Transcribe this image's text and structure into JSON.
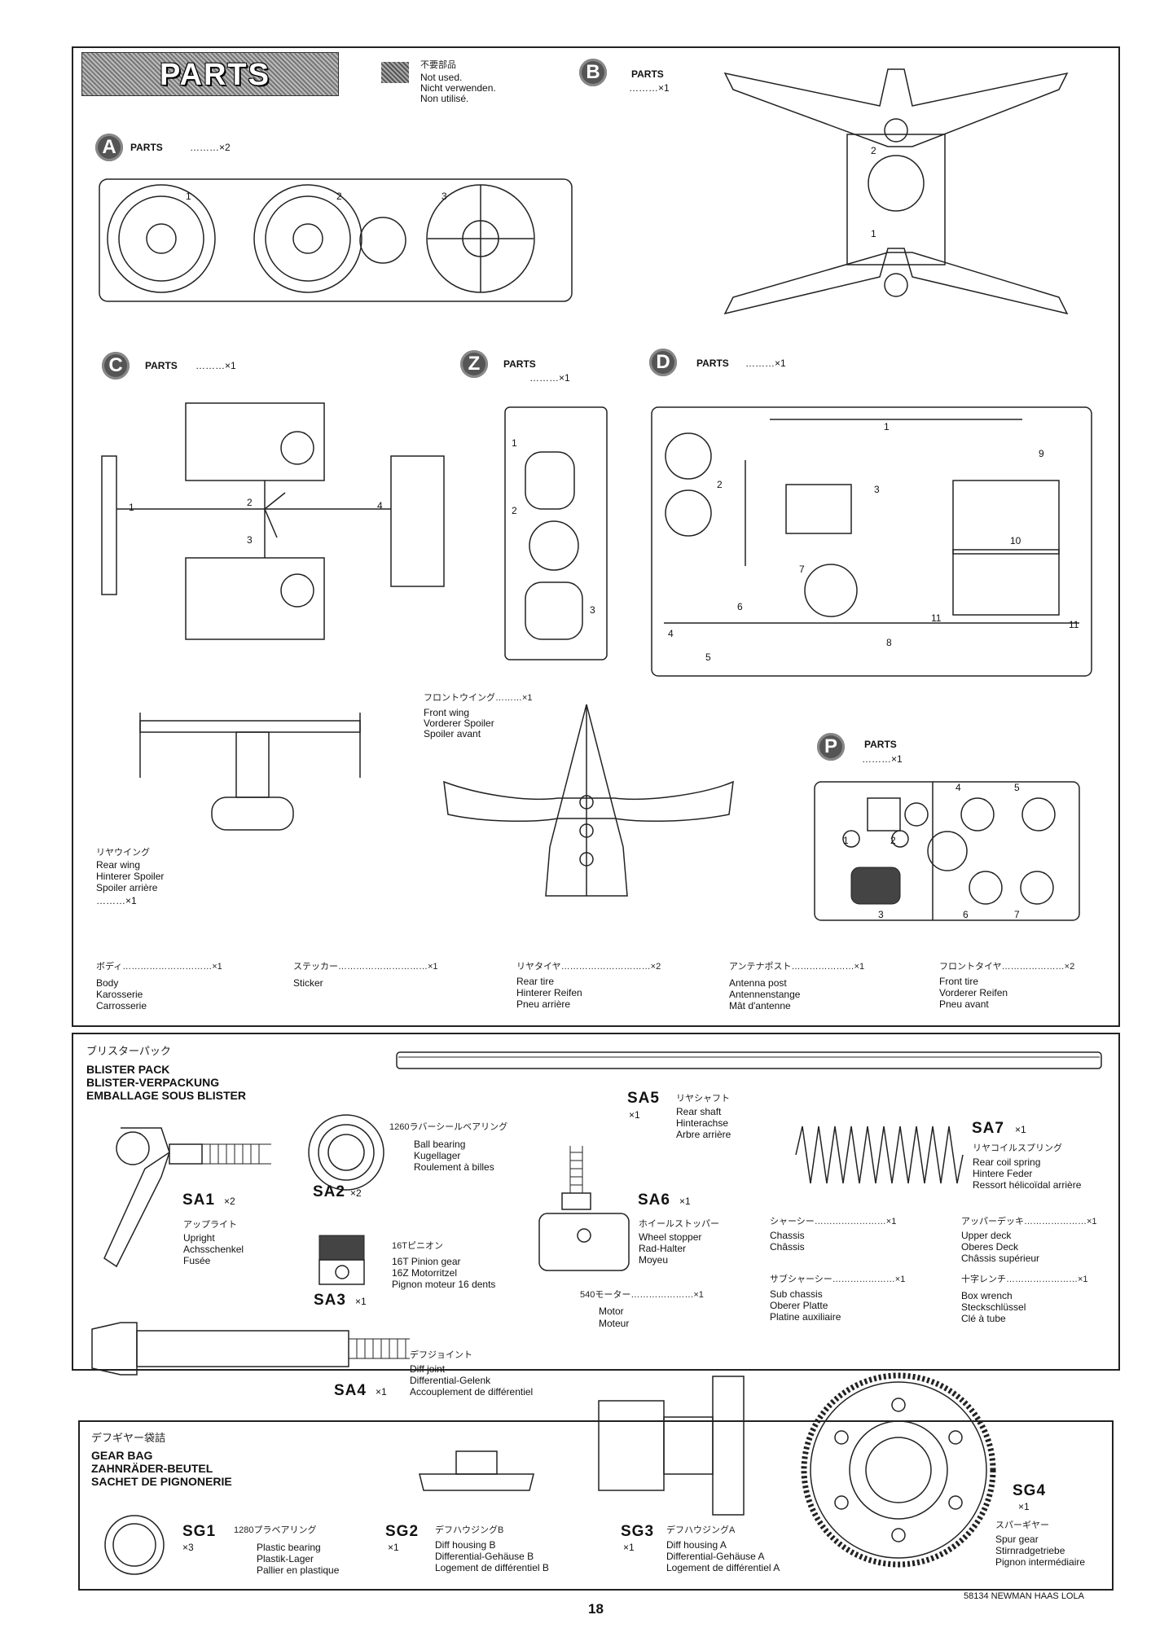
{
  "header": {
    "parts_title": "PARTS",
    "not_used_jp": "不要部品",
    "not_used": [
      "Not used.",
      "Nicht verwenden.",
      "Non utilisé."
    ]
  },
  "trees": {
    "A": {
      "letter": "A",
      "label": "PARTS",
      "qty": "………×2",
      "nums": [
        "1",
        "2",
        "3"
      ]
    },
    "B": {
      "letter": "B",
      "label": "PARTS",
      "qty": "………×1",
      "nums": [
        "2",
        "1"
      ]
    },
    "C": {
      "letter": "C",
      "label": "PARTS",
      "qty": "………×1",
      "nums": [
        "1",
        "2",
        "3",
        "4"
      ]
    },
    "Z": {
      "letter": "Z",
      "label": "PARTS",
      "qty": "………×1",
      "nums": [
        "1",
        "2",
        "3"
      ]
    },
    "D": {
      "letter": "D",
      "label": "PARTS",
      "qty": "………×1",
      "nums": [
        "1",
        "2",
        "3",
        "4",
        "5",
        "6",
        "7",
        "8",
        "9",
        "10",
        "11",
        "11"
      ]
    },
    "P": {
      "letter": "P",
      "label": "PARTS",
      "qty": "………×1",
      "nums": [
        "1",
        "2",
        "3",
        "4",
        "5",
        "6",
        "7"
      ]
    }
  },
  "wings": {
    "front": {
      "jp": "フロントウイング………×1",
      "lines": [
        "Front wing",
        "Vorderer Spoiler",
        "Spoiler avant"
      ]
    },
    "rear": {
      "jp": "リヤウイング",
      "lines": [
        "Rear wing",
        "Hinterer Spoiler",
        "Spoiler arrière"
      ],
      "qty": "………×1"
    }
  },
  "misc_parts": [
    {
      "jp": "ボディ…………………………×1",
      "lines": [
        "Body",
        "Karosserie",
        "Carrosserie"
      ]
    },
    {
      "jp": "ステッカー…………………………×1",
      "lines": [
        "Sticker"
      ]
    },
    {
      "jp": "リヤタイヤ…………………………×2",
      "lines": [
        "Rear tire",
        "Hinterer Reifen",
        "Pneu arrière"
      ]
    },
    {
      "jp": "アンテナポスト…………………×1",
      "lines": [
        "Antenna post",
        "Antennenstange",
        "Mât d'antenne"
      ]
    },
    {
      "jp": "フロントタイヤ…………………×2",
      "lines": [
        "Front tire",
        "Vorderer Reifen",
        "Pneu avant"
      ]
    }
  ],
  "blister": {
    "jp": "ブリスターパック",
    "title": [
      "BLISTER PACK",
      "BLISTER-VERPACKUNG",
      "EMBALLAGE SOUS BLISTER"
    ],
    "SA1": {
      "code": "SA1",
      "qty": "×2",
      "jp": "アップライト",
      "lines": [
        "Upright",
        "Achsschenkel",
        "Fusée"
      ]
    },
    "SA2": {
      "code": "SA2",
      "qty": "×2",
      "jp": "1260ラバーシールベアリング",
      "lines": [
        "Ball bearing",
        "Kugellager",
        "Roulement à billes"
      ]
    },
    "SA3": {
      "code": "SA3",
      "qty": "×1",
      "jp": "16Tピニオン",
      "lines": [
        "16T Pinion gear",
        "16Z Motorritzel",
        "Pignon moteur 16 dents"
      ]
    },
    "SA4": {
      "code": "SA4",
      "qty": "×1",
      "jp": "デフジョイント",
      "lines": [
        "Diff joint",
        "Differential-Gelenk",
        "Accouplement de différentiel"
      ]
    },
    "SA5": {
      "code": "SA5",
      "qty": "×1",
      "jp": "リヤシャフト",
      "lines": [
        "Rear shaft",
        "Hinterachse",
        "Arbre arrière"
      ]
    },
    "SA6": {
      "code": "SA6",
      "qty": "×1",
      "jp": "ホイールストッパー",
      "lines": [
        "Wheel stopper",
        "Rad-Halter",
        "Moyeu"
      ]
    },
    "SA7": {
      "code": "SA7",
      "qty": "×1",
      "jp": "リヤコイルスプリング",
      "lines": [
        "Rear coil spring",
        "Hintere Feder",
        "Ressort hélicoïdal arrière"
      ]
    },
    "motor": {
      "jp": "540モーター…………………×1",
      "lines": [
        "Motor",
        "Moteur"
      ]
    },
    "chassis": {
      "jp": "シャーシー……………………×1",
      "lines": [
        "Chassis",
        "Châssis"
      ]
    },
    "upper_deck": {
      "jp": "アッパーデッキ…………………×1",
      "lines": [
        "Upper deck",
        "Oberes Deck",
        "Châssis supérieur"
      ]
    },
    "sub_chassis": {
      "jp": "サブシャーシー…………………×1",
      "lines": [
        "Sub chassis",
        "Oberer Platte",
        "Platine auxiliaire"
      ]
    },
    "box_wrench": {
      "jp": "十字レンチ……………………×1",
      "lines": [
        "Box wrench",
        "Steckschlüssel",
        "Clé à tube"
      ]
    }
  },
  "gear_bag": {
    "jp": "デフギヤー袋詰",
    "title": [
      "GEAR BAG",
      "ZAHNRÄDER-BEUTEL",
      "SACHET DE PIGNONERIE"
    ],
    "SG1": {
      "code": "SG1",
      "qty": "×3",
      "jp": "1280プラベアリング",
      "lines": [
        "Plastic bearing",
        "Plastik-Lager",
        "Pallier en plastique"
      ]
    },
    "SG2": {
      "code": "SG2",
      "qty": "×1",
      "jp": "デフハウジングB",
      "lines": [
        "Diff housing B",
        "Differential-Gehäuse B",
        "Logement de différentiel B"
      ]
    },
    "SG3": {
      "code": "SG3",
      "qty": "×1",
      "jp": "デフハウジングA",
      "lines": [
        "Diff housing A",
        "Differential-Gehäuse A",
        "Logement de différentiel A"
      ]
    },
    "SG4": {
      "code": "SG4",
      "qty": "×1",
      "jp": "スパーギヤー",
      "lines": [
        "Spur gear",
        "Stirnradgetriebe",
        "Pignon intermédiaire"
      ]
    }
  },
  "footer": {
    "page": "18",
    "model": "58134 NEWMAN HAAS LOLA"
  }
}
